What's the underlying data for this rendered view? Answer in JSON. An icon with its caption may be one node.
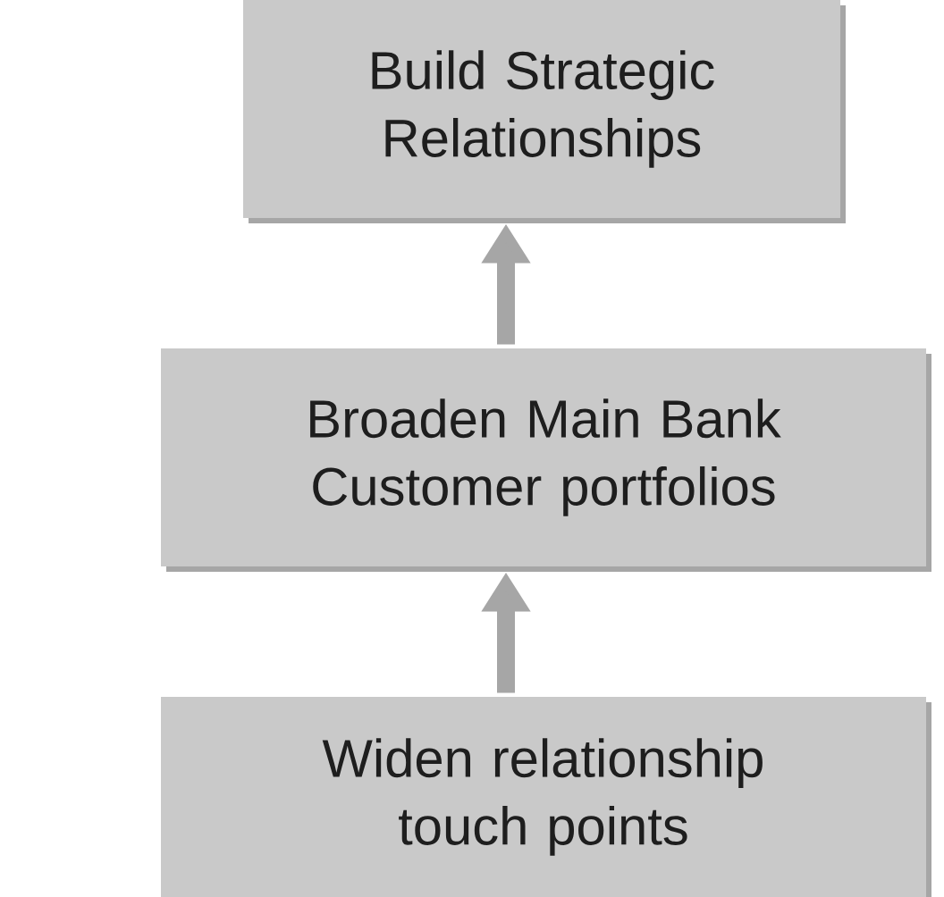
{
  "diagram": {
    "nodes": [
      {
        "text": [
          "Build Strategic Relationships"
        ]
      },
      {
        "text": [
          "Broaden Main Bank Customer portfolios"
        ]
      },
      {
        "text": [
          "Widen relationship touch points"
        ]
      }
    ],
    "edges": [
      {
        "from": 1,
        "to": 0,
        "arrow": "to"
      },
      {
        "from": 2,
        "to": 1,
        "arrow": "to"
      }
    ]
  }
}
